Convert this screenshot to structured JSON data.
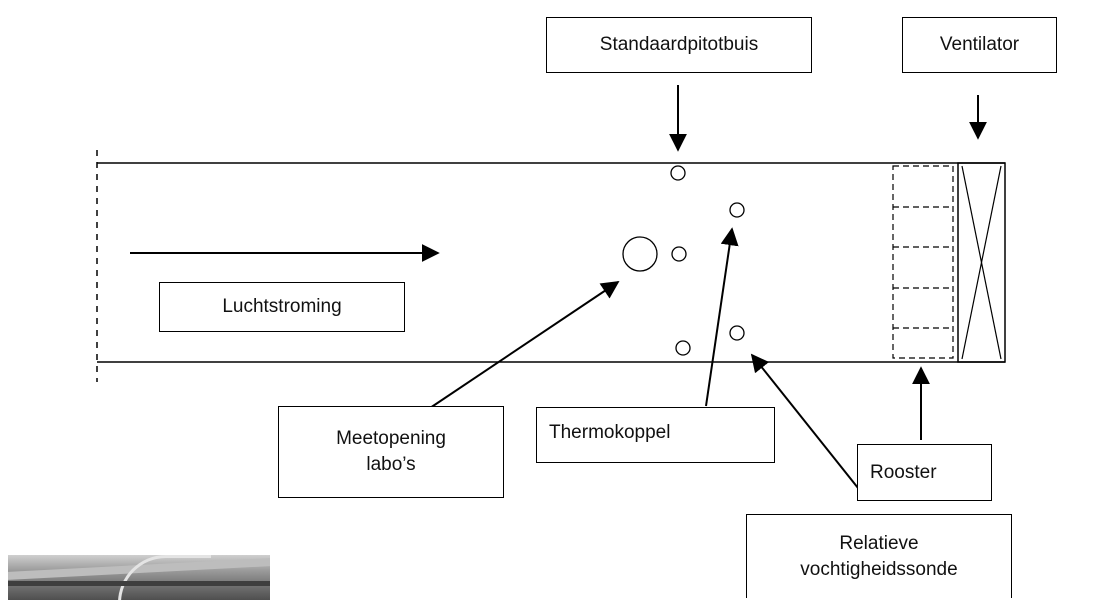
{
  "labels": {
    "standaardpitotbuis": "Standaardpitotbuis",
    "ventilator": "Ventilator",
    "luchtstroming": "Luchtstroming",
    "meetopening": "Meetopening\nlabo’s",
    "thermokoppel": "Thermokoppel",
    "rooster": "Rooster",
    "vochtigheidssonde": "Relatieve\nvochtigheidssonde"
  },
  "colors": {
    "line": "#000000",
    "background": "#ffffff"
  },
  "icons": {
    "photo": "wind-tunnel-photo"
  }
}
